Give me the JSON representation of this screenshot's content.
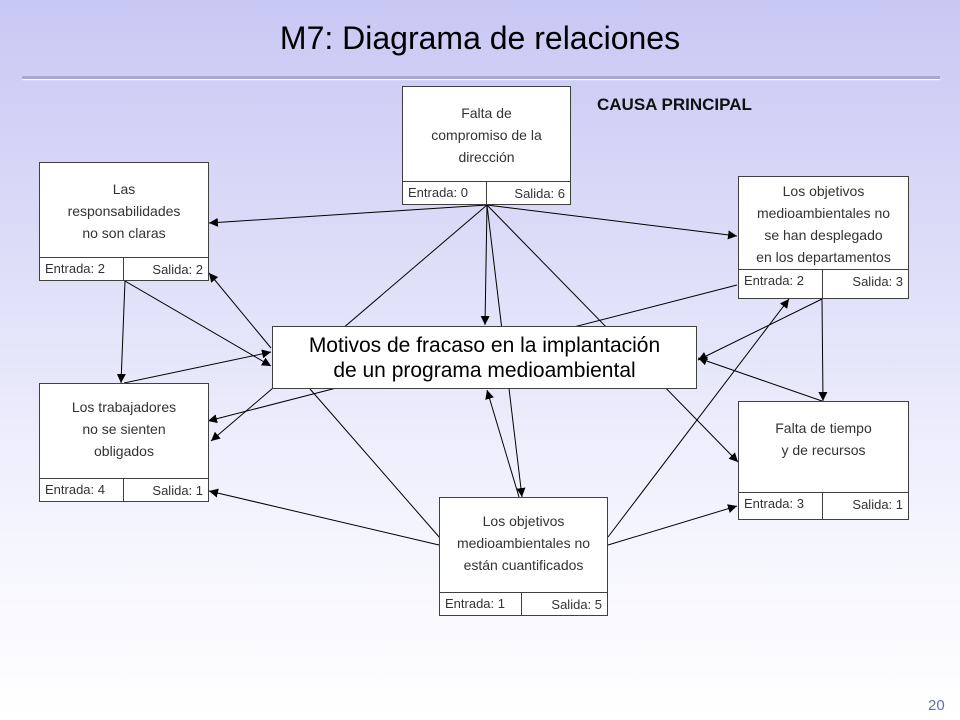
{
  "slide": {
    "title": "M7: Diagrama de relaciones",
    "cause_label": "CAUSA PRINCIPAL",
    "page_number": "20"
  },
  "central": {
    "text": "Motivos de fracaso en la implantación\nde un programa medioambiental"
  },
  "nodes": {
    "falta_compromiso": {
      "text": "Falta de\ncompromiso de la\ndirección",
      "entrada": "Entrada: 0",
      "salida": "Salida: 6"
    },
    "responsabilidades": {
      "text": "Las\nresponsabilidades\nno son claras",
      "entrada": "Entrada: 2",
      "salida": "Salida: 2"
    },
    "objetivos_desplegado": {
      "text": "Los objetivos\nmedioambientales no\nse han desplegado\nen los departamentos",
      "entrada": "Entrada: 2",
      "salida": "Salida: 3"
    },
    "trabajadores": {
      "text": "Los trabajadores\nno se sienten\nobligados",
      "entrada": "Entrada: 4",
      "salida": "Salida: 1"
    },
    "falta_tiempo": {
      "text": "Falta de tiempo\ny de recursos",
      "entrada": "Entrada: 3",
      "salida": "Salida: 1"
    },
    "objetivos_cuantificados": {
      "text": "Los objetivos\nmedioambientales no\nestán cuantificados",
      "entrada": "Entrada: 1",
      "salida": "Salida: 5"
    }
  },
  "colors": {
    "arrow": "#000000",
    "node_border": "#404040",
    "page_number": "#6b6bb3"
  }
}
